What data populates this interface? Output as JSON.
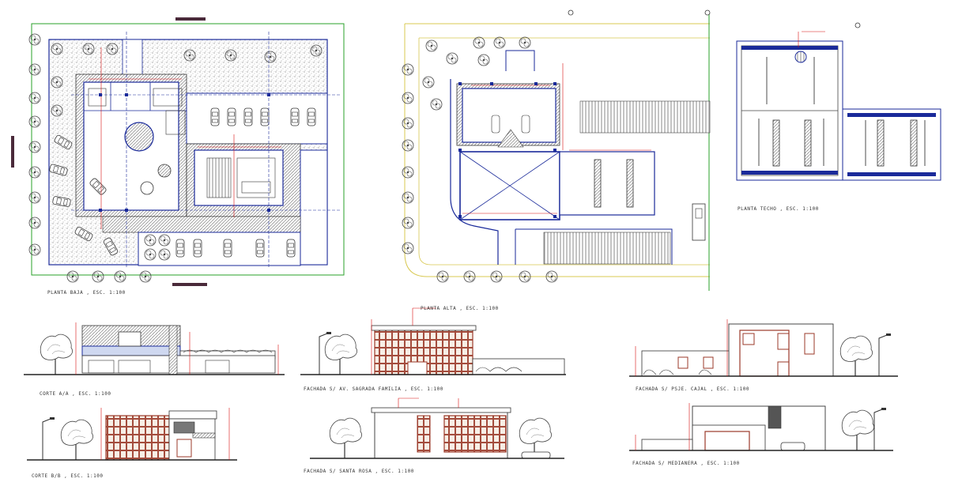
{
  "sheet": {
    "labels": {
      "planta_baja": "PLANTA BAJA , ESC. 1:100",
      "planta_alta": "PLANTA ALTA , ESC. 1:100",
      "planta_techo": "PLANTA TECHO , ESC. 1:100",
      "corte_aa": "CORTE A/A , ESC. 1:100",
      "corte_bb": "CORTE B/B , ESC. 1:100",
      "fachada_sagrada": "FACHADA S/ AV. SAGRADA FAMILIA , ESC. 1:100",
      "fachada_cajal": "FACHADA S/ PSJE. CAJAL , ESC. 1:100",
      "fachada_santa_rosa": "FACHADA S/ SANTA ROSA , ESC. 1:100",
      "fachada_medianera": "FACHADA S/ MEDIANERA , ESC. 1:100"
    },
    "colors": {
      "line_blue": "#1a2a9a",
      "line_dark": "#222222",
      "dim_red": "#d81010",
      "boundary_green": "#2aa02a",
      "boundary_yellow": "#d8c850",
      "brick": "#9b3a2a",
      "tree": "#555555"
    }
  }
}
